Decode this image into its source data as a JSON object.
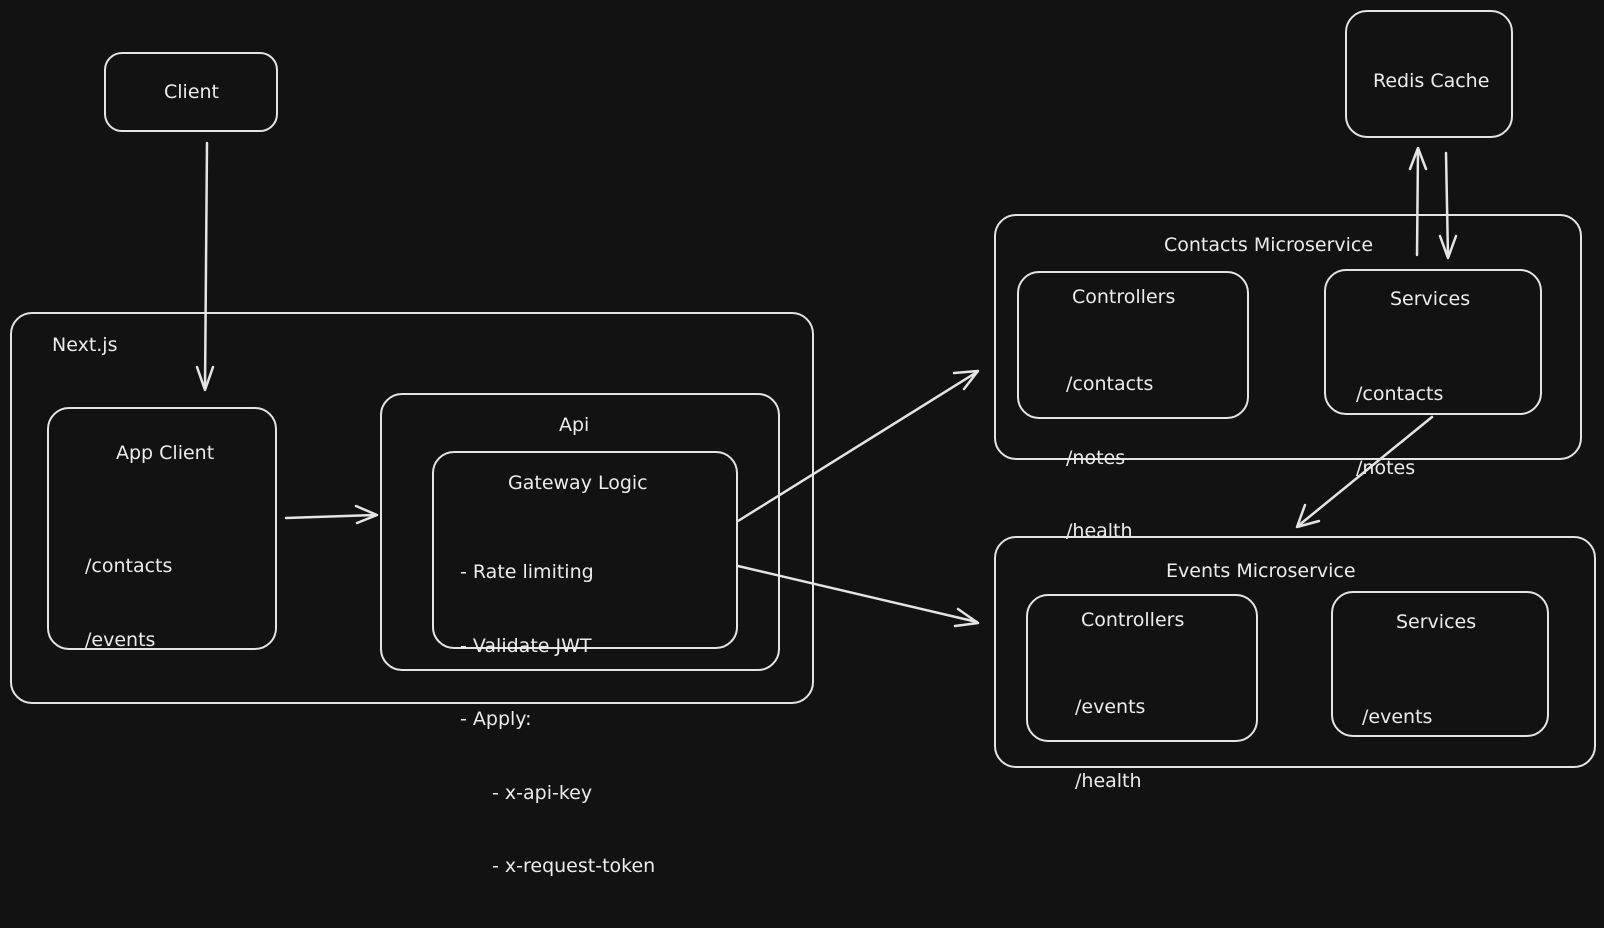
{
  "diagram": {
    "client": {
      "title": "Client"
    },
    "nextjs": {
      "title": "Next.js",
      "app_client": {
        "title": "App Client",
        "routes": [
          "/contacts",
          "/events"
        ]
      },
      "api": {
        "title": "Api",
        "gateway": {
          "title": "Gateway Logic",
          "items": [
            "- Rate limiting",
            "- Validate JWT",
            "- Apply:"
          ],
          "sub_items": [
            "- x-api-key",
            "- x-request-token"
          ]
        }
      }
    },
    "redis": {
      "title": "Redis Cache"
    },
    "contacts_ms": {
      "title": "Contacts Microservice",
      "controllers": {
        "title": "Controllers",
        "routes": [
          "/contacts",
          "/notes",
          "/health"
        ]
      },
      "services": {
        "title": "Services",
        "routes": [
          "/contacts",
          "/notes"
        ]
      }
    },
    "events_ms": {
      "title": "Events Microservice",
      "controllers": {
        "title": "Controllers",
        "routes": [
          "/events",
          "/health"
        ]
      },
      "services": {
        "title": "Services",
        "routes": [
          "/events"
        ]
      }
    }
  },
  "colors": {
    "background": "#121212",
    "stroke": "#e4e4e4",
    "text": "#ececec"
  }
}
